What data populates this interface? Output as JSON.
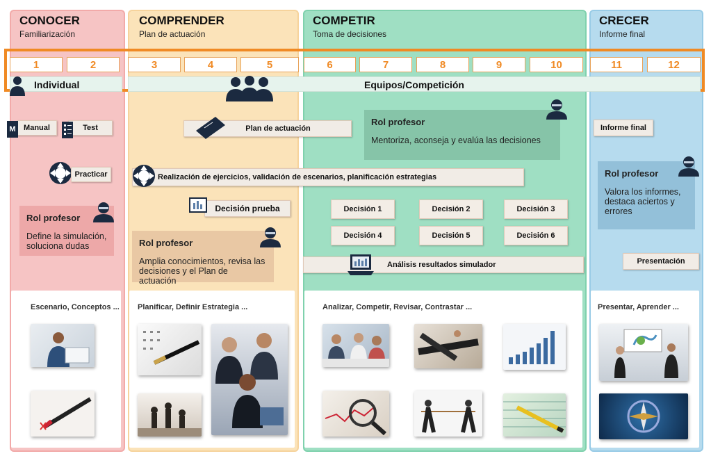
{
  "columns": [
    {
      "title": "CONOCER",
      "subtitle": "Familiarización",
      "activities": "Escenario, Conceptos ..."
    },
    {
      "title": "COMPRENDER",
      "subtitle": "Plan de actuación",
      "activities": "Planificar, Definir Estrategia ..."
    },
    {
      "title": "COMPETIR",
      "subtitle": "Toma de decisiones",
      "activities": "Analizar, Competir, Revisar, Contrastar ..."
    },
    {
      "title": "CRECER",
      "subtitle": "Informe final",
      "activities": "Presentar,  Aprender ..."
    }
  ],
  "steps": [
    "1",
    "2",
    "3",
    "4",
    "5",
    "6",
    "7",
    "8",
    "9",
    "10",
    "11",
    "12"
  ],
  "phases": {
    "individual": "Individual",
    "teams": "Equipos/Competición"
  },
  "items": {
    "manual": "Manual",
    "test": "Test",
    "practicar": "Practicar",
    "plan": "Plan de actuación",
    "ejercicios": "Realización de ejercicios, validación de escenarios,  planificación estrategias",
    "decision_prueba": "Decisión prueba",
    "decisions": [
      "Decisión 1",
      "Decisión 2",
      "Decisión 3",
      "Decisión 4",
      "Decisión 5",
      "Decisión 6"
    ],
    "analisis": "Análisis resultados simulador",
    "informe": "Informe final",
    "presentacion": "Presentación"
  },
  "roles": [
    {
      "title": "Rol profesor",
      "text": "Define la simulación, soluciona dudas"
    },
    {
      "title": "Rol profesor",
      "text": "Amplia conocimientos, revisa las decisiones y el Plan de actuación"
    },
    {
      "title": "Rol profesor",
      "text": "Mentoriza, aconseja y  evalúa las decisiones"
    },
    {
      "title": "Rol profesor",
      "text": "Valora los informes, destaca aciertos y errores"
    }
  ],
  "colors": {
    "accent": "#f08a24",
    "conocer": "#f6c4c4",
    "comprender": "#fbe3b9",
    "competir": "#9fdfc3",
    "crecer": "#b6dbee"
  }
}
